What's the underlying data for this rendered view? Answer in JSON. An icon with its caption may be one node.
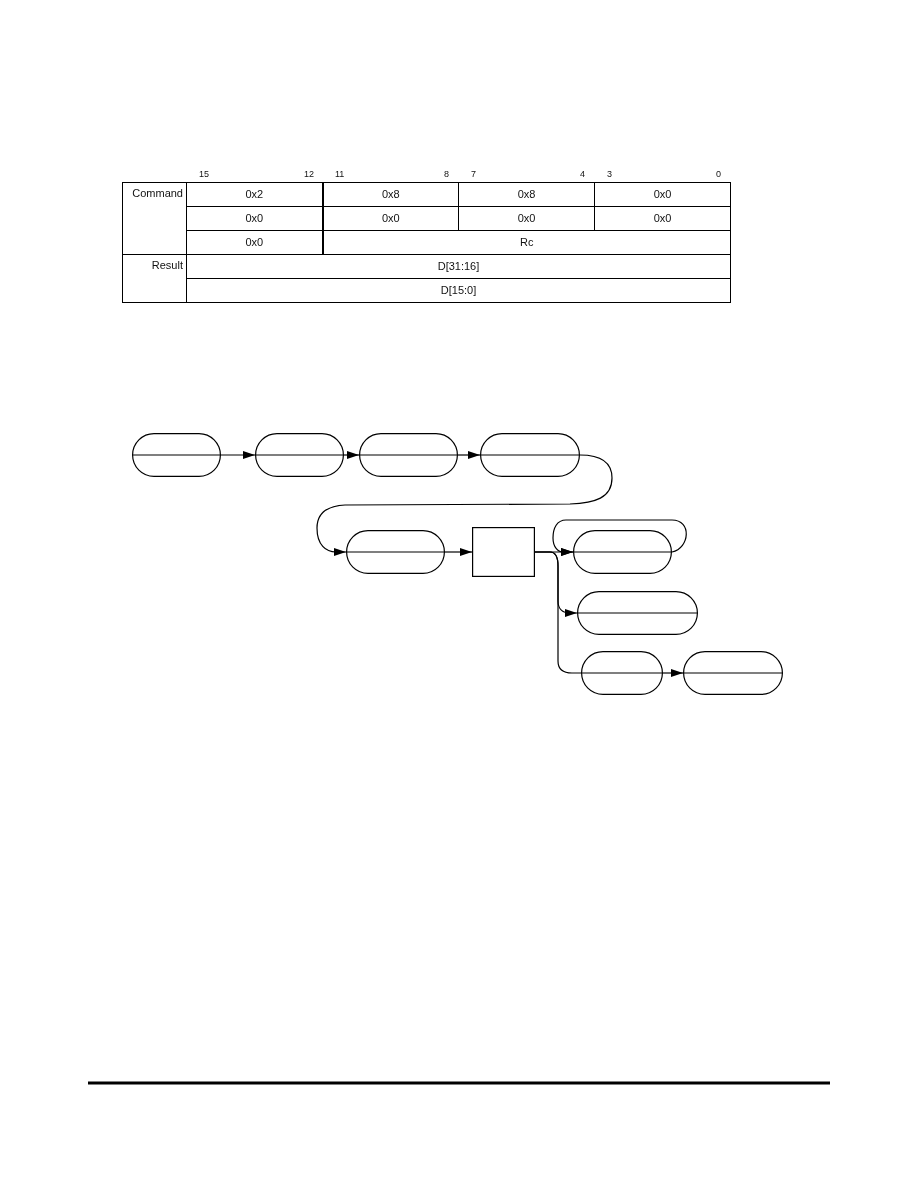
{
  "diagram": {
    "nodes": [
      {
        "text": [],
        "shape": "stadium"
      },
      {
        "text": [],
        "shape": "stadium"
      },
      {
        "text": [],
        "shape": "stadium"
      },
      {
        "text": [],
        "shape": "stadium"
      },
      {
        "text": [],
        "shape": "stadium"
      },
      {
        "text": [],
        "shape": "box"
      },
      {
        "text": [],
        "shape": "stadium"
      },
      {
        "text": [],
        "shape": "stadium"
      },
      {
        "text": [],
        "shape": "stadium"
      },
      {
        "text": [],
        "shape": "stadium"
      }
    ],
    "edges": [
      {
        "from": 0,
        "to": 1,
        "arrow": "to"
      },
      {
        "from": 1,
        "to": 2,
        "arrow": "to"
      },
      {
        "from": 2,
        "to": 3,
        "arrow": "to"
      },
      {
        "from": 3,
        "to": 4,
        "arrow": "to"
      },
      {
        "from": 4,
        "to": 5,
        "arrow": "to"
      },
      {
        "from": 5,
        "to": 6,
        "arrow": "to"
      },
      {
        "from": 6,
        "to": 6,
        "arrow": "to"
      },
      {
        "from": 5,
        "to": 7,
        "arrow": "to"
      },
      {
        "from": 5,
        "to": 8,
        "arrow": "none"
      },
      {
        "from": 8,
        "to": 9,
        "arrow": "to"
      }
    ],
    "labels": [
      "15",
      "12",
      "11",
      "8",
      "7",
      "4",
      "3",
      "0",
      "Command",
      "0x2",
      "0x8",
      "0x8",
      "0x0",
      "0x0",
      "0x0",
      "0x0",
      "0x0",
      "0x0",
      "Rc",
      "Result",
      "D[31:16]",
      "D[15:0]"
    ]
  }
}
